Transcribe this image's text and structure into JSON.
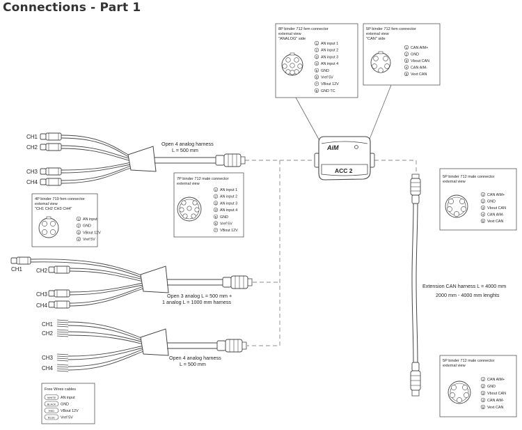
{
  "page": {
    "title": "Connections - Part 1"
  },
  "device": {
    "brand_logo": "AiM",
    "model": "ACC 2"
  },
  "connector_8p_fem": {
    "lines": [
      "8P binder 712 fem connector",
      "external view",
      "\"ANALOG\" side"
    ],
    "pins": [
      {
        "n": "1",
        "label": "AN input 1"
      },
      {
        "n": "2",
        "label": "AN input 2"
      },
      {
        "n": "3",
        "label": "AN input 3"
      },
      {
        "n": "4",
        "label": "AN input 4"
      },
      {
        "n": "5",
        "label": "GND"
      },
      {
        "n": "6",
        "label": "Vref 5V"
      },
      {
        "n": "7",
        "label": "VBout 12V"
      },
      {
        "n": "8",
        "label": "GND TC"
      }
    ]
  },
  "connector_5p_fem": {
    "lines": [
      "5P binder 712 fem connector",
      "external view",
      "\"CAN\" side"
    ],
    "pins": [
      {
        "n": "1",
        "label": "CAN AIM+"
      },
      {
        "n": "2",
        "label": "GND"
      },
      {
        "n": "3",
        "label": "Vbout CAN"
      },
      {
        "n": "4",
        "label": "CAN AIM-"
      },
      {
        "n": "5",
        "label": "Vext CAN"
      }
    ]
  },
  "connector_5p_male_top": {
    "lines": [
      "5P binder 712 male connector",
      "external view"
    ],
    "pins": [
      {
        "n": "1",
        "label": "CAN AIM+"
      },
      {
        "n": "2",
        "label": "GND"
      },
      {
        "n": "3",
        "label": "Vbout CAN"
      },
      {
        "n": "4",
        "label": "CAN AIM-"
      },
      {
        "n": "5",
        "label": "Vext CAN"
      }
    ]
  },
  "connector_5p_male_bottom": {
    "lines": [
      "5P binder 712 male connector",
      "external view"
    ],
    "pins": [
      {
        "n": "1",
        "label": "CAN AIM+"
      },
      {
        "n": "2",
        "label": "GND"
      },
      {
        "n": "3",
        "label": "Vbout CAN"
      },
      {
        "n": "4",
        "label": "CAN AIM-"
      },
      {
        "n": "5",
        "label": "Vext CAN"
      }
    ]
  },
  "connector_7p_male": {
    "lines": [
      "7P binder 712 male connector",
      "external view"
    ],
    "pins": [
      {
        "n": "1",
        "label": "AN input 1"
      },
      {
        "n": "2",
        "label": "AN input 2"
      },
      {
        "n": "3",
        "label": "AN input 3"
      },
      {
        "n": "4",
        "label": "AN input 4"
      },
      {
        "n": "5",
        "label": "GND"
      },
      {
        "n": "6",
        "label": "Vref 5V"
      },
      {
        "n": "7",
        "label": "VBout 12V"
      }
    ]
  },
  "connector_4p_fem": {
    "lines": [
      "4P binder 719 fem connector",
      "external view",
      "\"CH1 CH2 CH3 CH4\""
    ],
    "pins": [
      {
        "n": "1",
        "label": "AN input"
      },
      {
        "n": "2",
        "label": "GND"
      },
      {
        "n": "3",
        "label": "VBout 12V"
      },
      {
        "n": "4",
        "label": "Vref 5V"
      }
    ]
  },
  "harness_a": {
    "channels": [
      "CH1",
      "CH2",
      "CH3",
      "CH4"
    ],
    "label_lines": [
      "Open 4 analog harness",
      "L = 500 mm"
    ]
  },
  "harness_b": {
    "channels": [
      "CH1",
      "CH2",
      "CH3",
      "CH4"
    ],
    "label_lines": [
      "Open 3 analog L = 500 mm +",
      "1 analog L = 1000 mm harness"
    ]
  },
  "harness_c": {
    "channels": [
      "CH1",
      "CH2",
      "CH3",
      "CH4"
    ],
    "label_lines": [
      "Open 4 analog harness",
      "L = 500 mm"
    ]
  },
  "extension": {
    "label_lines": [
      "Extension CAN harness L = 4000 mm",
      "2000 mm - 4000 mm lenghts"
    ]
  },
  "free_wires": {
    "title": "Free Wires cables",
    "items": [
      {
        "tag": "WHITE",
        "label": "AN input"
      },
      {
        "tag": "BLACK",
        "label": "GND"
      },
      {
        "tag": "RED",
        "label": "VBout 12V"
      },
      {
        "tag": "BLUE",
        "label": "Vref 5V"
      }
    ]
  },
  "colors": {
    "line": "#444444",
    "text": "#222222",
    "title": "#333333",
    "dashed": "#8a8a8a"
  }
}
